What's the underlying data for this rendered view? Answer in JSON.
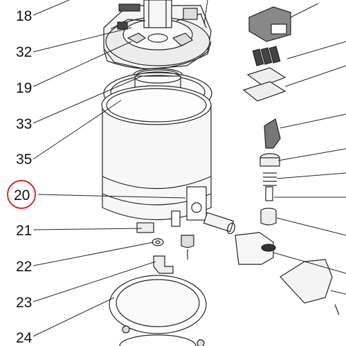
{
  "callouts": [
    "18",
    "32",
    "19",
    "33",
    "35",
    "20",
    "21",
    "22",
    "23",
    "24"
  ],
  "highlighted": "20",
  "colors": {
    "highlight": "#d9262b",
    "line": "#222222",
    "part_fill": "#efefef"
  }
}
